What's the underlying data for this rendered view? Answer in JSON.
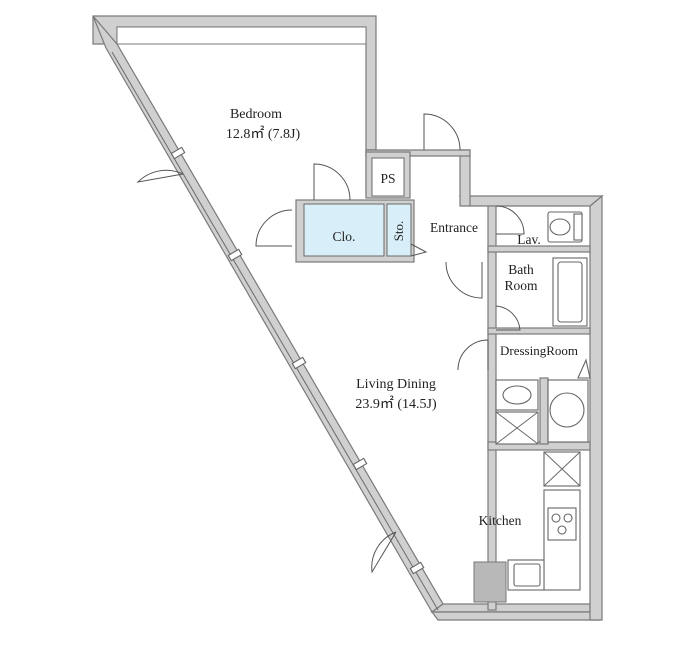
{
  "rooms": {
    "bedroom": {
      "name": "Bedroom",
      "area": "12.8㎡ (7.8J)"
    },
    "living": {
      "name": "Living Dining",
      "area": "23.9㎡ (14.5J)"
    },
    "closet": "Clo.",
    "storage": "Sto.",
    "pipe_space": "PS",
    "entrance": "Entrance",
    "lavatory": "Lav.",
    "bath": {
      "line1": "Bath",
      "line2": "Room"
    },
    "dressing": "DressingRoom",
    "kitchen": "Kitchen"
  },
  "colors": {
    "wall_fill": "#d0d0d0",
    "wall_stroke": "#7a7a7a",
    "storage_fill": "#d8eef8"
  }
}
